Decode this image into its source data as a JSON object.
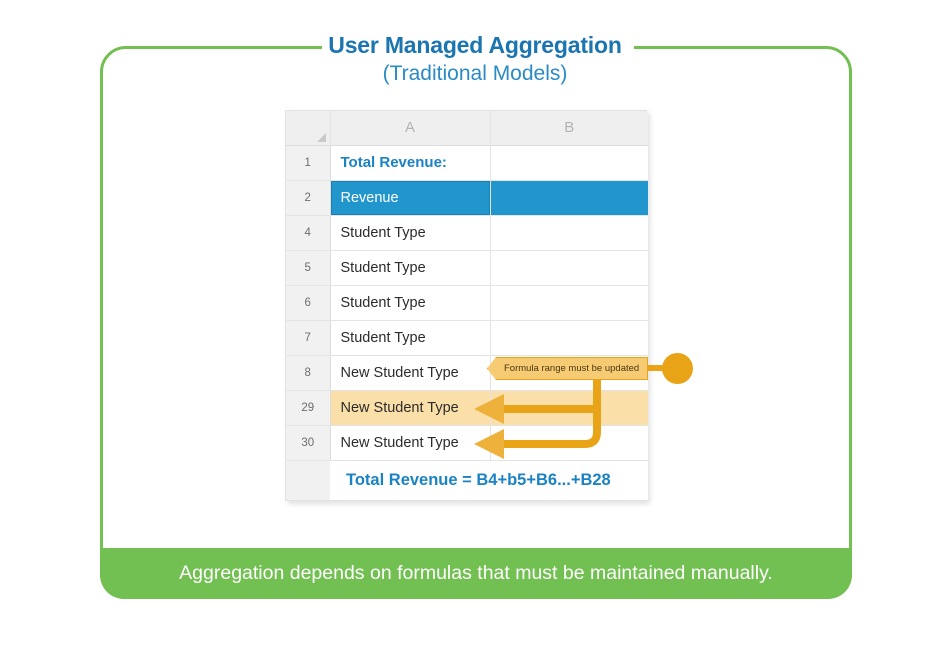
{
  "header": {
    "title": "User Managed Aggregation",
    "subtitle": "(Traditional Models)"
  },
  "spreadsheet": {
    "columns": [
      "A",
      "B"
    ],
    "corner_label": "",
    "rows": [
      {
        "number": "1",
        "a": "Total Revenue:",
        "b": "",
        "style": "total-label"
      },
      {
        "number": "2",
        "a": "Revenue",
        "b": "",
        "style": "selected"
      },
      {
        "number": "4",
        "a": "Student Type",
        "b": "",
        "style": "normal"
      },
      {
        "number": "5",
        "a": "Student Type",
        "b": "",
        "style": "normal"
      },
      {
        "number": "6",
        "a": "Student Type",
        "b": "",
        "style": "normal"
      },
      {
        "number": "7",
        "a": "Student Type",
        "b": "",
        "style": "normal"
      },
      {
        "number": "8",
        "a": "New Student Type",
        "b": "",
        "style": "normal"
      },
      {
        "number": "29",
        "a": "New Student Type",
        "b": "",
        "style": "highlight"
      },
      {
        "number": "30",
        "a": "New Student Type",
        "b": "",
        "style": "normal"
      }
    ],
    "formula_row": {
      "number": "",
      "text": "Total Revenue = B4+b5+B6...+B28"
    }
  },
  "annotation": {
    "callout_text": "Formula range must be updated",
    "arrow_targets": [
      "29",
      "30"
    ]
  },
  "footer": {
    "text": "Aggregation depends on formulas that must be maintained manually."
  },
  "colors": {
    "green": "#72bf52",
    "title_blue": "#1b75b0",
    "subtitle_blue": "#2a8bc4",
    "cell_blue": "#2196cd",
    "formula_blue": "#1b82c4",
    "orange": "#e8a317",
    "orange_light": "#f7ca74",
    "row_highlight": "#fbdfa9"
  }
}
